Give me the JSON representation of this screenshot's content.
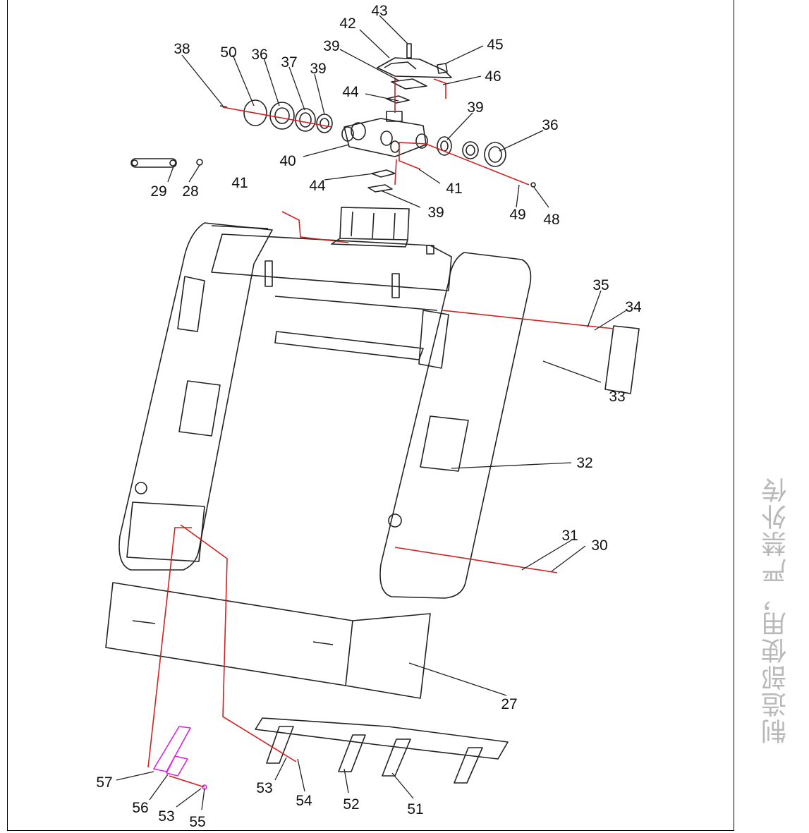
{
  "watermark": "制造部使用，严禁外传",
  "colors": {
    "line": "#222222",
    "leader": "#d42020",
    "highlight": "#e020e0",
    "watermark": "#b8b8b8"
  },
  "labels": [
    "43",
    "42",
    "45",
    "38",
    "50",
    "36",
    "37",
    "39",
    "39",
    "46",
    "44",
    "39",
    "36",
    "40",
    "41",
    "29",
    "28",
    "44",
    "39",
    "49",
    "48",
    "41",
    "35",
    "34",
    "33",
    "32",
    "31",
    "30",
    "27",
    "57",
    "53",
    "54",
    "52",
    "51",
    "56",
    "53",
    "55"
  ]
}
